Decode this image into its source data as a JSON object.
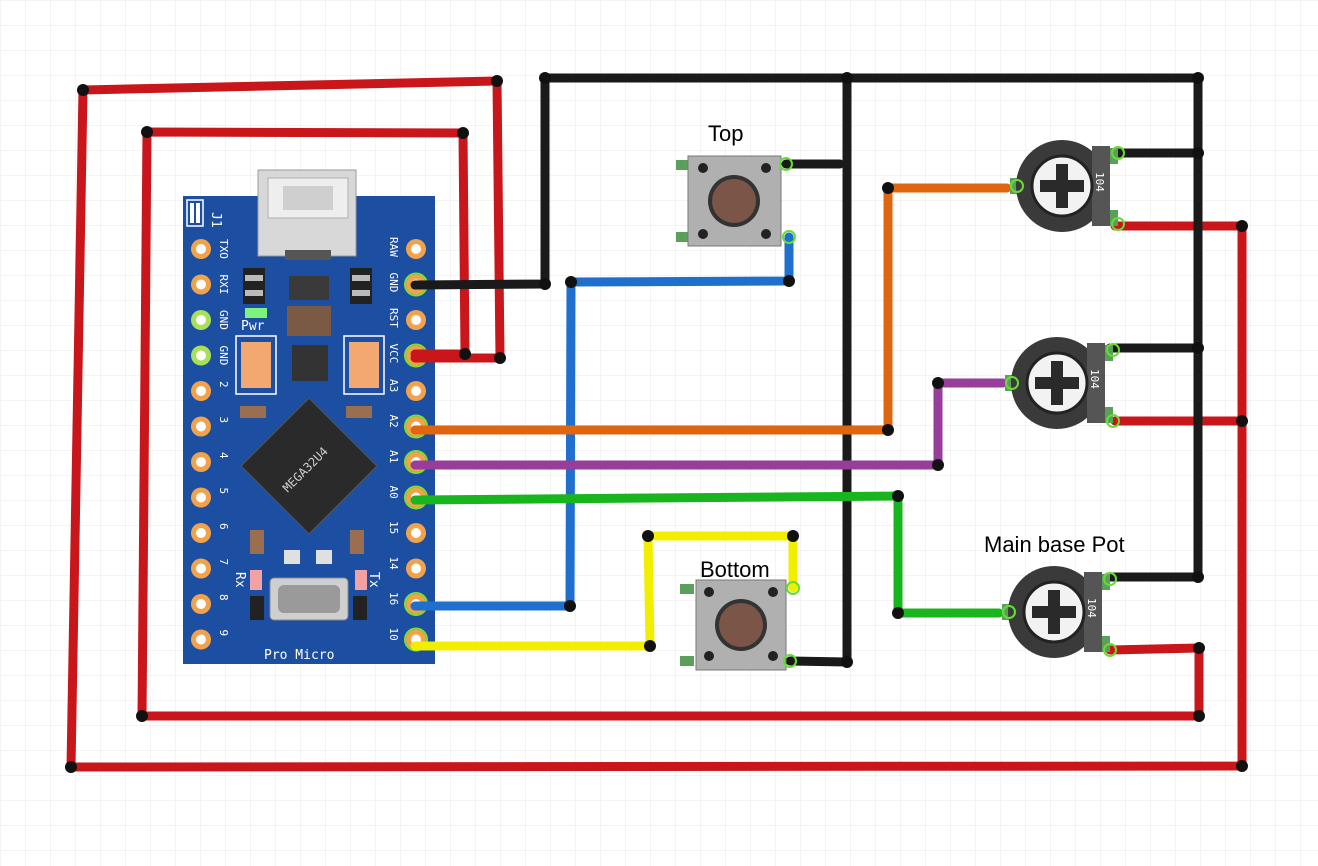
{
  "labels": {
    "top_button": "Top",
    "bottom_button": "Bottom",
    "main_pot": "Main base Pot"
  },
  "board": {
    "name": "Pro Micro",
    "chip": "MEGA32U4",
    "jumper": "J1",
    "power_led": "Pwr",
    "rx": "Rx",
    "tx": "Tx",
    "left_pins": [
      "TXO",
      "RXI",
      "GND",
      "GND",
      "2",
      "3",
      "4",
      "5",
      "6",
      "7",
      "8",
      "9"
    ],
    "right_pins": [
      "RAW",
      "GND",
      "RST",
      "VCC",
      "A3",
      "A2",
      "A1",
      "A0",
      "15",
      "14",
      "16",
      "10"
    ]
  },
  "pots": {
    "marking": "104"
  },
  "colors": {
    "power": "#c8161a",
    "ground": "#1a1a1a",
    "wire_top_button": "#1f6fce",
    "wire_bottom_button": "#f2ee00",
    "wire_pot_a2": "#e0650f",
    "wire_pot_a1": "#963e9a",
    "wire_pot_a0": "#19b51e",
    "board": "#1c4fa2",
    "pin_pad": "#f2a24a"
  }
}
